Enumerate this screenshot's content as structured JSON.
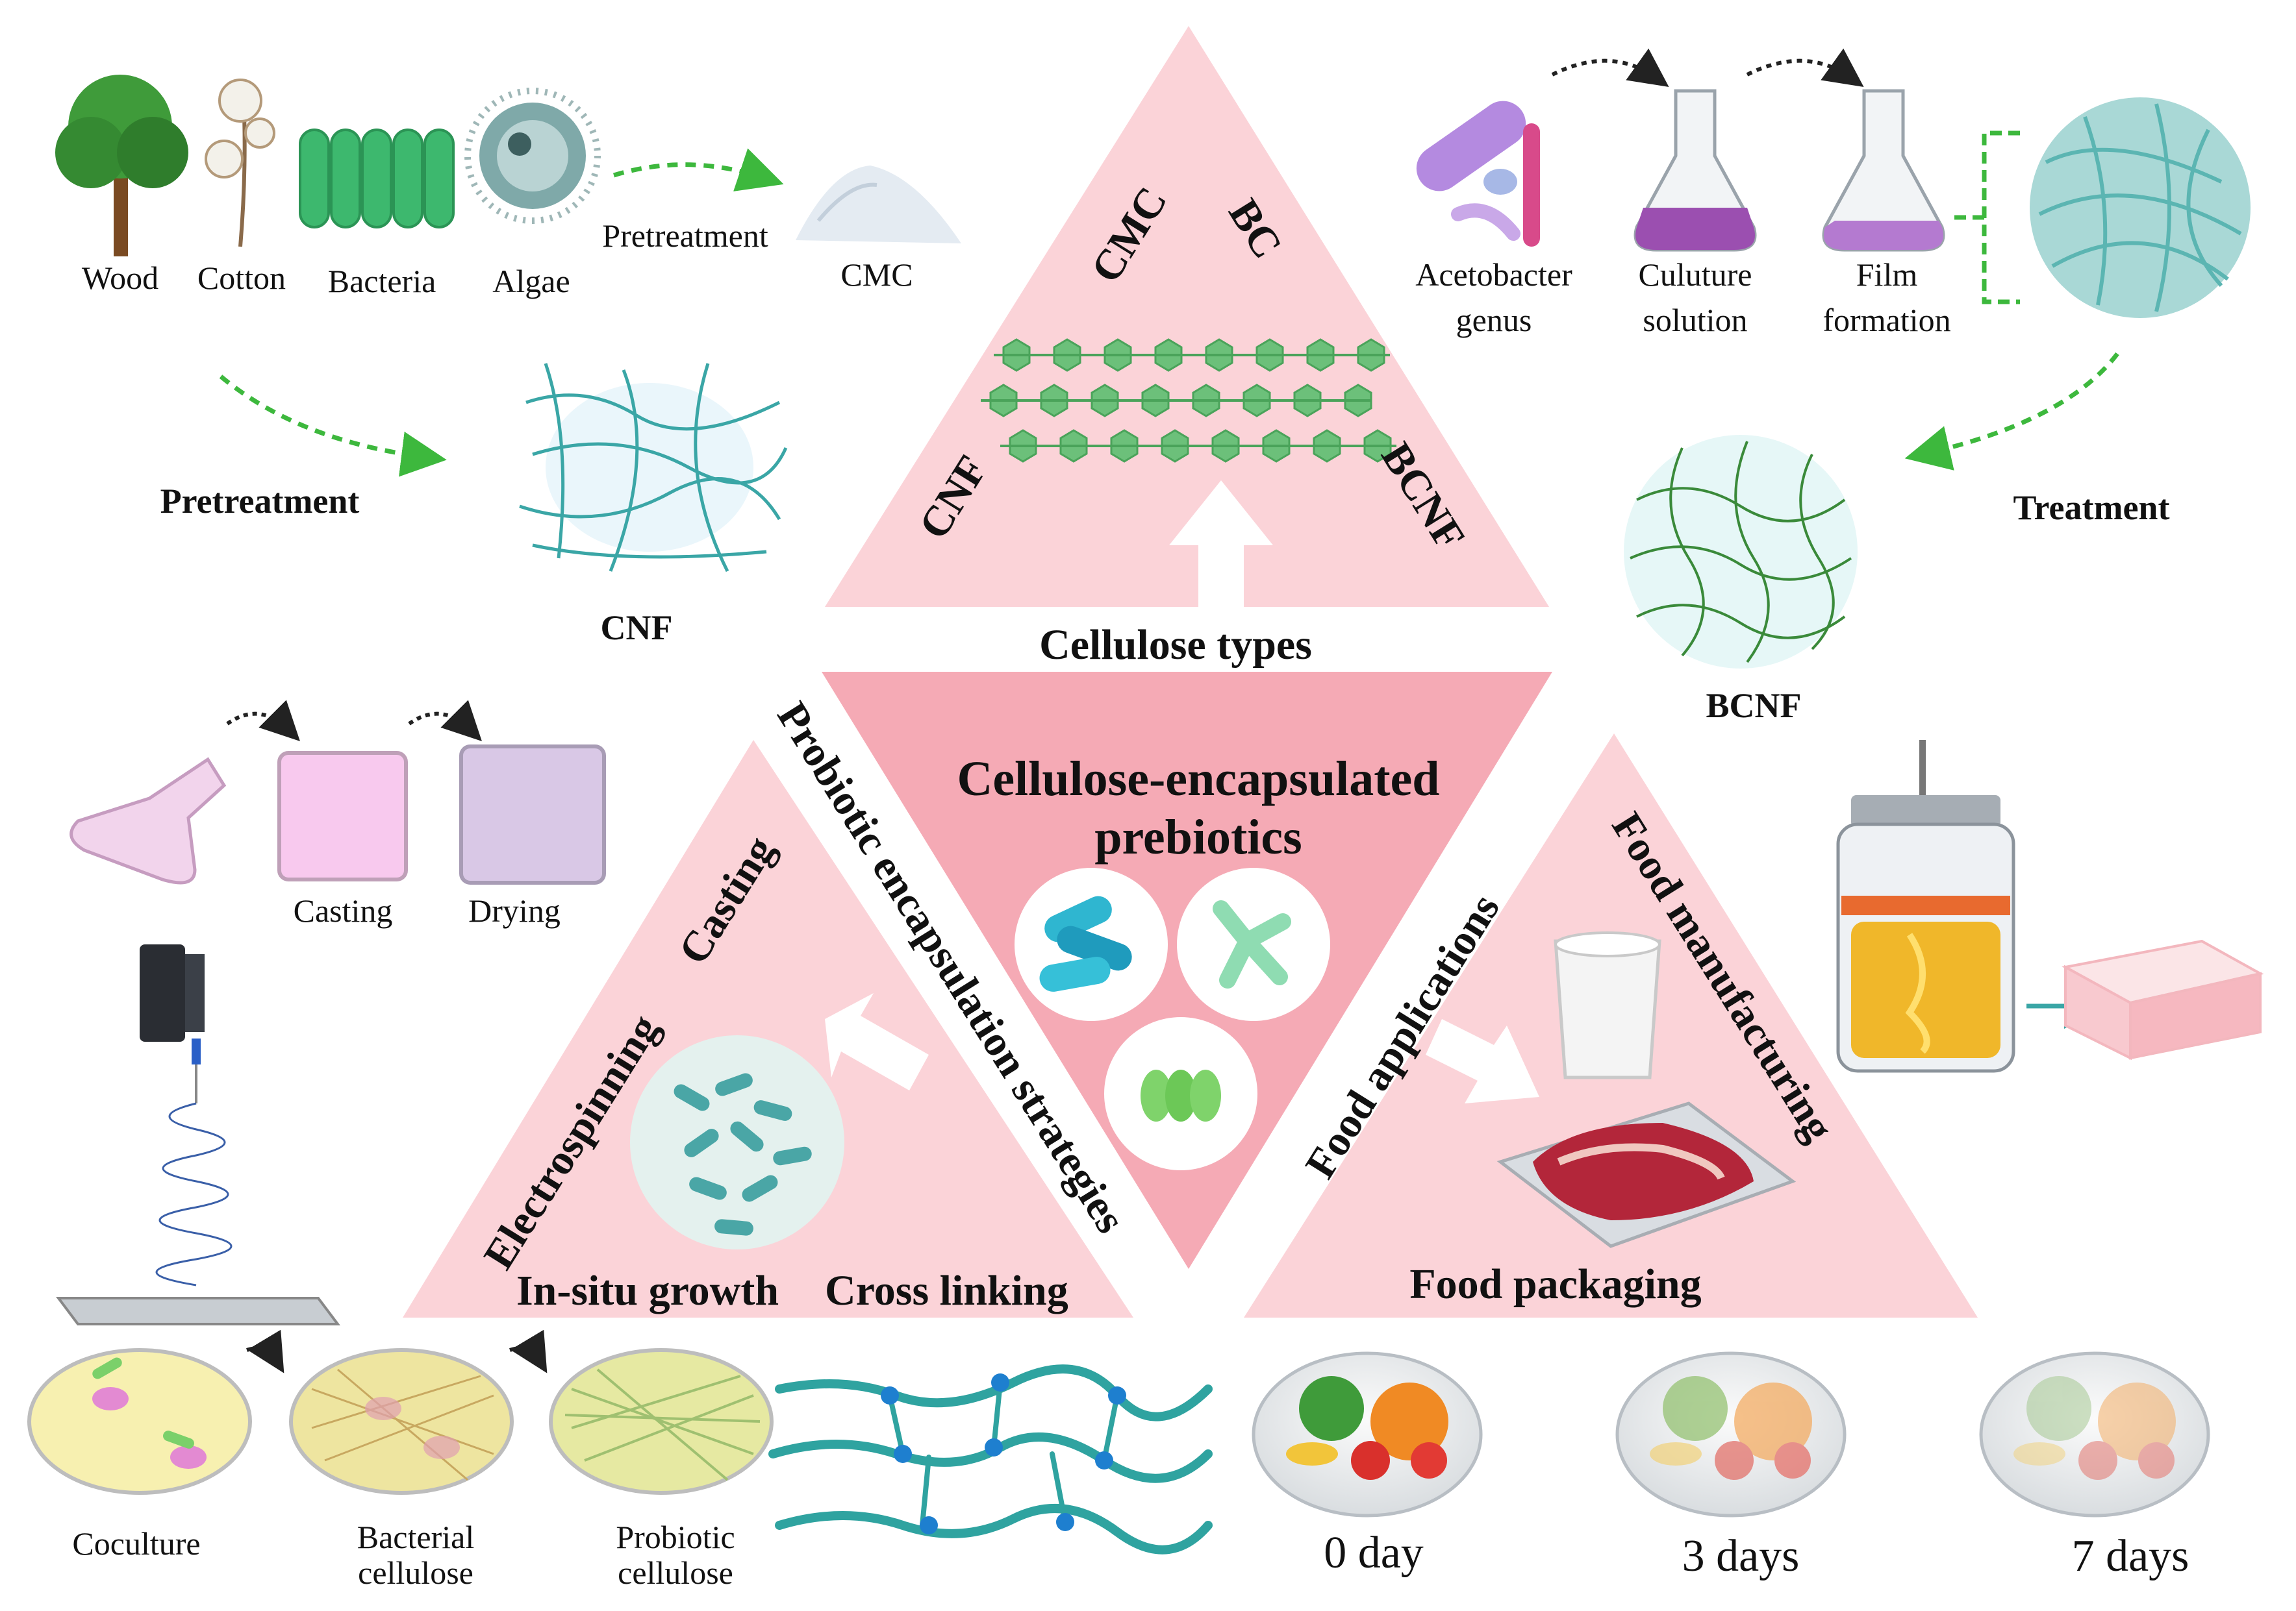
{
  "sources": {
    "wood": "Wood",
    "cotton": "Cotton",
    "bacteria": "Bacteria",
    "algae": "Algae",
    "pretreatment_top": "Pretreatment",
    "cmc": "CMC",
    "pretreatment_left": "Pretreatment",
    "cnf": "CNF"
  },
  "bc_process": {
    "acetobacter_1": "Acetobacter",
    "acetobacter_2": "genus",
    "culture_1": "Culuture",
    "culture_2": "solution",
    "film_1": "Film",
    "film_2": "formation",
    "treatment": "Treatment",
    "bcnf": "BCNF"
  },
  "top_triangle": {
    "cmc": "CMC",
    "bc": "BC",
    "cnf": "CNF",
    "bcnf": "BCNF",
    "title": "Cellulose types"
  },
  "center": {
    "line1": "Cellulose-encapsulated",
    "line2": "prebiotics"
  },
  "left_triangle": {
    "side_label": "Probiotic encapsulation strategies",
    "casting": "Casting",
    "electrospinning": "Electrospinning",
    "in_situ": "In-situ growth",
    "cross_linking": "Cross linking"
  },
  "right_triangle": {
    "food_applications": "Food applications",
    "food_manufacturing": "Food manufacturing",
    "food_packaging": "Food packaging"
  },
  "casting_process": {
    "casting": "Casting",
    "drying": "Drying"
  },
  "bottom_process": {
    "coculture": "Coculture",
    "bacterial_1": "Bacterial",
    "bacterial_2": "cellulose",
    "probiotic_1": "Probiotic",
    "probiotic_2": "cellulose"
  },
  "storage_days": {
    "day0": "0 day",
    "day3": "3 days",
    "day7": "7 days"
  },
  "colors": {
    "triangle_light": "#fbd3d8",
    "triangle_center": "#f5aab5",
    "hexagon": "#6cc07a",
    "arrow_green": "#3db83d",
    "fiber_teal": "#3aa6a6"
  }
}
